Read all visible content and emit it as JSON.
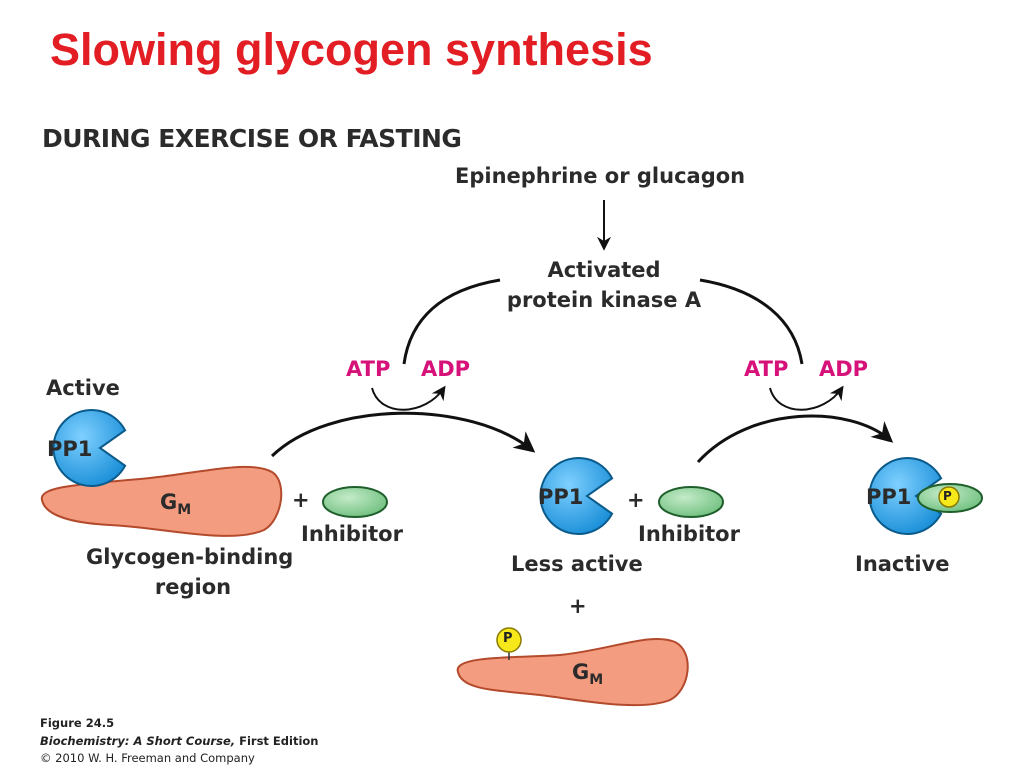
{
  "title": "Slowing glycogen synthesis",
  "heading": "DURING EXERCISE OR FASTING",
  "hormone": "Epinephrine or glucagon",
  "kinase_line1": "Activated",
  "kinase_line2": "protein kinase A",
  "atp": "ATP",
  "adp": "ADP",
  "state_active": "Active",
  "state_less_active": "Less active",
  "state_inactive": "Inactive",
  "pp1": "PP1",
  "gm_main": "G",
  "gm_sub": "M",
  "plus": "+",
  "inhibitor": "Inhibitor",
  "binding_line1": "Glycogen-binding",
  "binding_line2": "region",
  "phosphate": "P",
  "caption": {
    "figure": "Figure 24.5",
    "book": "Biochemistry: A Short Course,",
    "edition": " First Edition",
    "copyright": "© 2010 W. H. Freeman and Company"
  },
  "colors": {
    "title": "#e21d23",
    "pp1_fill": "#1fa0e6",
    "gm_fill": "#f49c80",
    "inhibitor_fill": "#8fcf9a",
    "phosphate_fill": "#f7e81c",
    "atp_adp": "#d6127a"
  }
}
